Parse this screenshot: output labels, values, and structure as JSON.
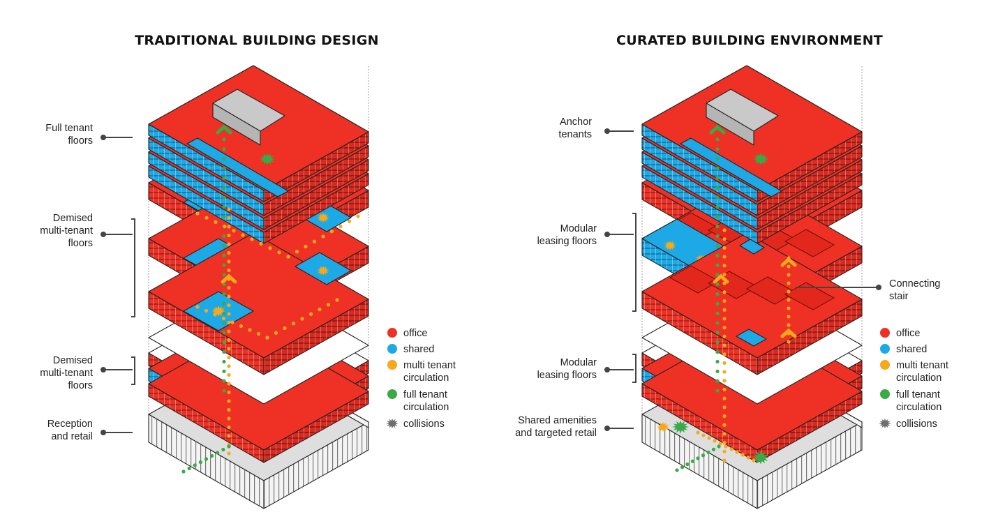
{
  "panels": [
    {
      "title": "TRADITIONAL BUILDING DESIGN",
      "callouts": [
        {
          "lines": [
            "Full tenant",
            "floors"
          ]
        },
        {
          "lines": [
            "Demised",
            "multi-tenant",
            "floors"
          ]
        },
        {
          "lines": [
            "Demised",
            "multi-tenant",
            "floors"
          ]
        },
        {
          "lines": [
            "Reception",
            "and retail"
          ]
        }
      ]
    },
    {
      "title": "CURATED BUILDING ENVIRONMENT",
      "callouts": [
        {
          "lines": [
            "Anchor",
            "tenants"
          ]
        },
        {
          "lines": [
            "Modular",
            "leasing floors"
          ]
        },
        {
          "lines": [
            "Modular",
            "leasing floors"
          ]
        },
        {
          "lines": [
            "Shared amenities",
            "and targeted retail"
          ]
        }
      ],
      "side_callout": {
        "lines": [
          "Connecting",
          "stair"
        ]
      }
    }
  ],
  "legend": [
    {
      "label": [
        "office"
      ],
      "symbol": "circle",
      "color": "#ee3124"
    },
    {
      "label": [
        "shared"
      ],
      "symbol": "circle",
      "color": "#1ca9e6"
    },
    {
      "label": [
        "multi tenant",
        "circulation"
      ],
      "symbol": "circle",
      "color": "#f7a81b"
    },
    {
      "label": [
        "full tenant",
        "circulation"
      ],
      "symbol": "circle",
      "color": "#3aa948"
    },
    {
      "label": [
        "collisions"
      ],
      "symbol": "burst-icon",
      "color": "#6d6e70"
    }
  ],
  "colors": {
    "office": "#ee3124",
    "shared": "#1ca9e6",
    "multi_circulation": "#f7a81b",
    "full_circulation": "#3aa948",
    "collision": "#6d6e70",
    "core": "#c9c9c9",
    "facade_stripe": "#8c8c8c"
  }
}
